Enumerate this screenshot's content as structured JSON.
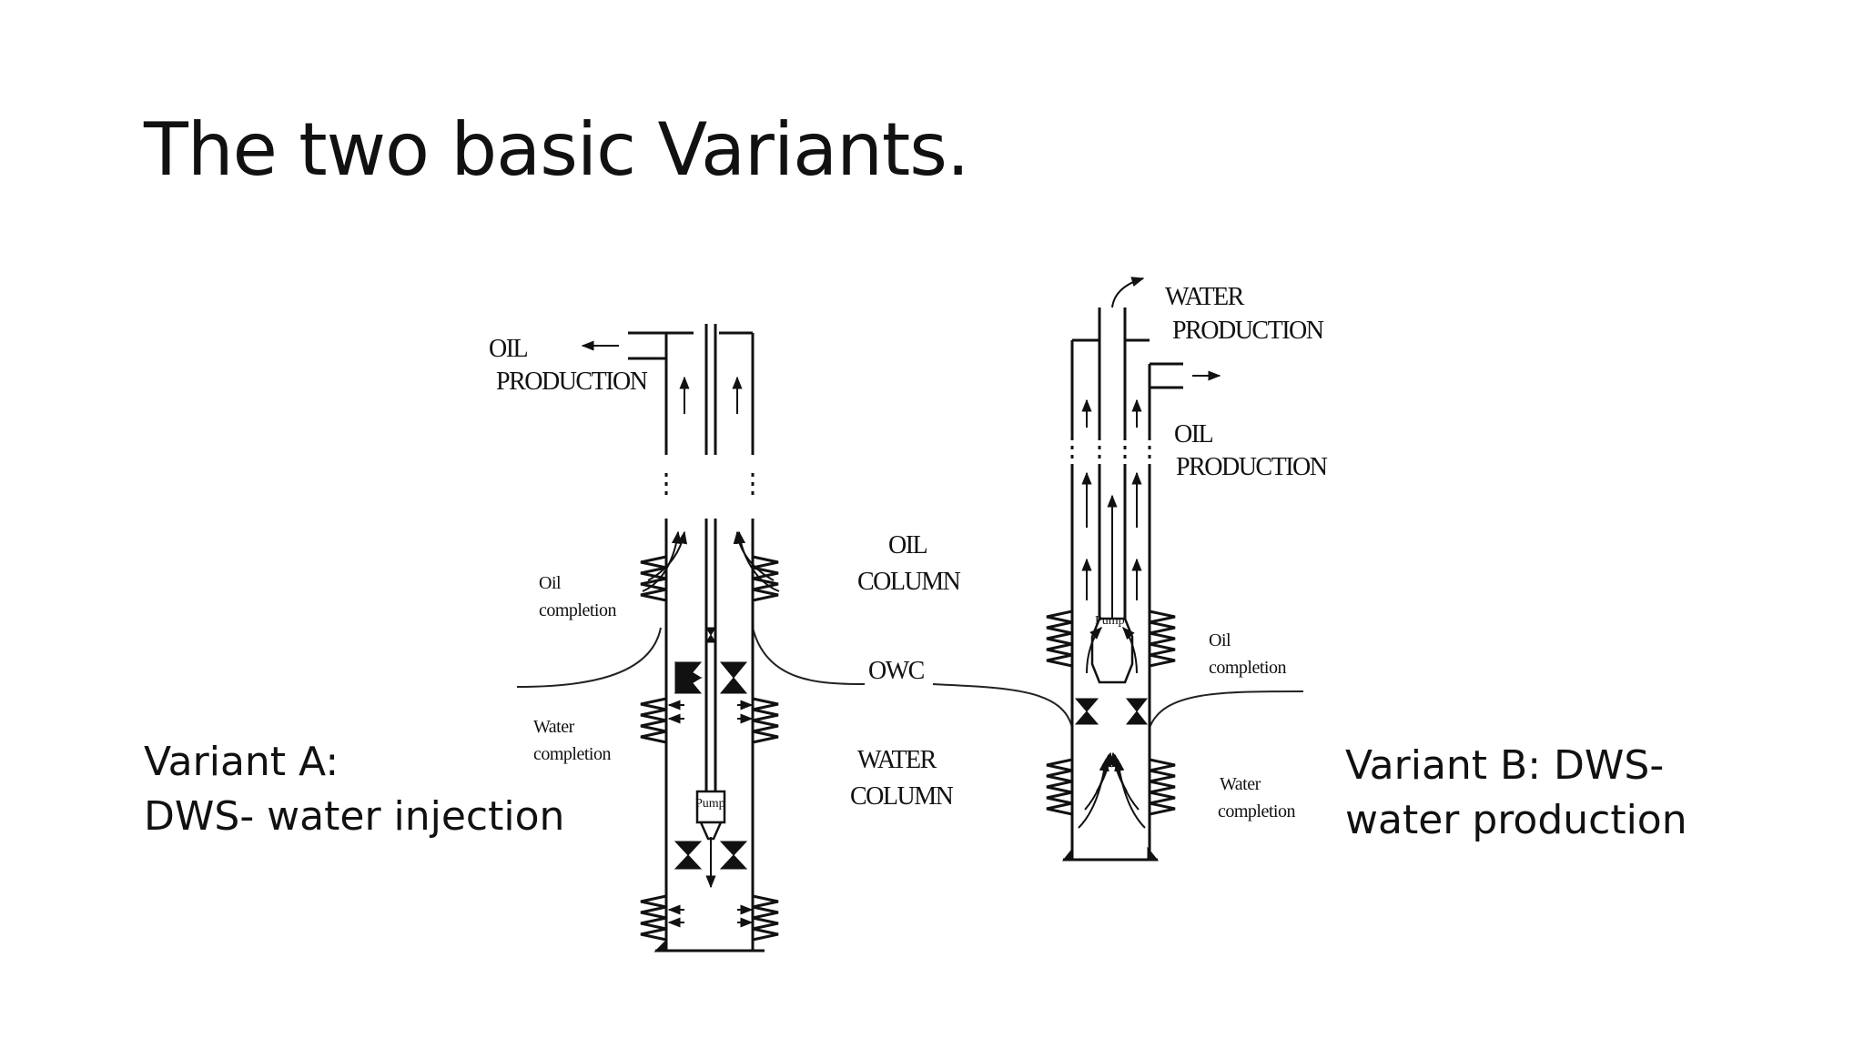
{
  "slide": {
    "title": "The two basic Variants."
  },
  "variant_a": {
    "line1": "Variant A:",
    "line2": "DWS- water injection"
  },
  "variant_b": {
    "line1": "Variant B: DWS-",
    "line2": "water production"
  },
  "diagram": {
    "oil_production_a": [
      "OIL",
      "PRODUCTION"
    ],
    "oil_completion_a": [
      "Oil",
      "completion"
    ],
    "water_completion_a": [
      "Water",
      "completion"
    ],
    "pump_a": "Pump",
    "oil_column": [
      "OIL",
      "COLUMN"
    ],
    "owc": "OWC",
    "water_column": [
      "WATER",
      "COLUMN"
    ],
    "water_production_b": [
      "WATER",
      "PRODUCTION"
    ],
    "oil_production_b": [
      "OIL",
      "PRODUCTION"
    ],
    "oil_completion_b": [
      "Oil",
      "completion"
    ],
    "water_completion_b": [
      "Water",
      "completion"
    ],
    "pump_b": "Pump"
  }
}
